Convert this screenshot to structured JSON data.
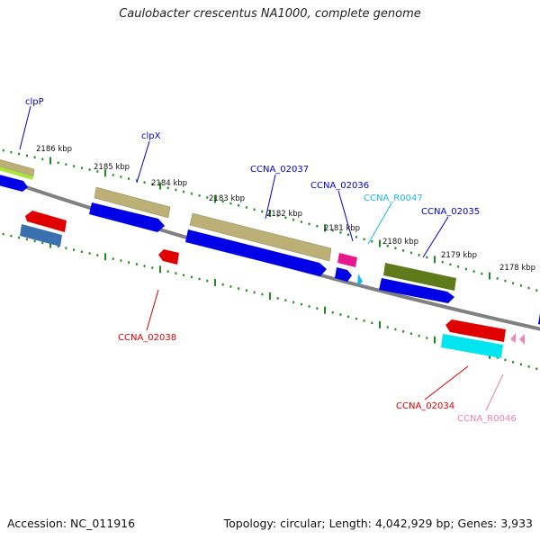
{
  "title": "Caulobacter crescentus NA1000, complete genome",
  "footer": {
    "accession": "Accession: NC_011916",
    "summary": "Topology: circular; Length: 4,042,929 bp; Genes: 3,933"
  },
  "scale_labels": [
    "2186 kbp",
    "2185 kbp",
    "2184 kbp",
    "2183 kbp",
    "2182 kbp",
    "2181 kbp",
    "2180 kbp",
    "2179 kbp",
    "2178 kbp"
  ],
  "gene_labels": {
    "clpP": "clpP",
    "clpX": "clpX",
    "ccna_02037": "CCNA_02037",
    "ccna_02036": "CCNA_02036",
    "ccna_r0047": "CCNA_R0047",
    "ccna_02035": "CCNA_02035",
    "ccna_02038": "CCNA_02038",
    "ccna_02034": "CCNA_02034",
    "ccna_r0046": "CCNA_R0046"
  },
  "colors": {
    "backbone": "#808080",
    "tick": "#1f8a1f",
    "forward_cds": "#0000e6",
    "reverse_cds": "#e00000",
    "olive_gene": "#bdb076",
    "dark_olive_gene": "#5e7a1a",
    "lime_gene": "#a8e63c",
    "steel_gene": "#3a6fb0",
    "magenta_gene": "#e6188c",
    "rna_cyan": "#18b6ea",
    "rna_pink": "#ef8ab8",
    "cyan_bar": "#00e5f0",
    "label_blue": "#0000c8",
    "label_red": "#d40000",
    "label_cyan": "#19b7e0",
    "label_pink": "#e97fb0"
  }
}
